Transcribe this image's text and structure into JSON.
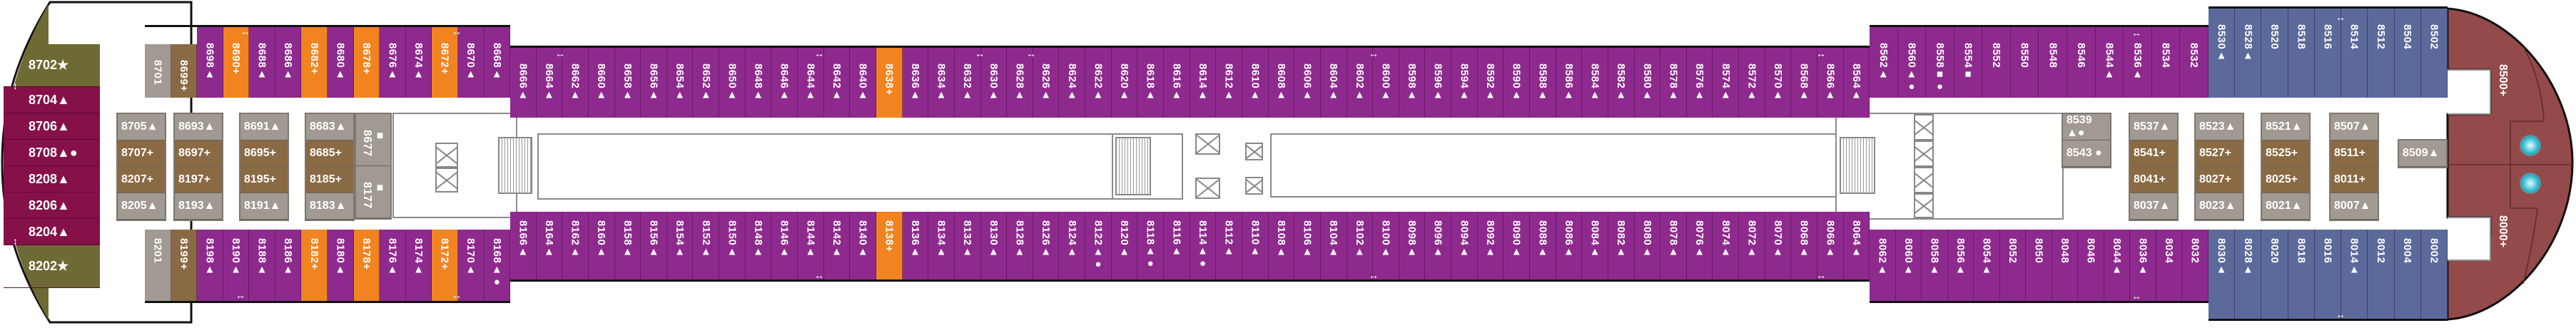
{
  "deck": {
    "stern": [
      {
        "n": "8702★",
        "c": "olive"
      },
      {
        "n": "8704▲",
        "c": "maroon"
      },
      {
        "n": "8706▲",
        "c": "maroon"
      },
      {
        "n": "8708▲●",
        "c": "maroon"
      },
      {
        "n": "8208▲",
        "c": "maroon"
      },
      {
        "n": "8206▲",
        "c": "maroon"
      },
      {
        "n": "8204▲",
        "c": "maroon"
      },
      {
        "n": "8202★",
        "c": "olive"
      }
    ],
    "top1": [
      {
        "n": "8701",
        "c": "gray",
        "s": 1
      },
      {
        "n": "8699+",
        "c": "brown",
        "s": 1
      },
      {
        "n": "8698▲",
        "c": "purple"
      },
      {
        "n": "8690+",
        "c": "orange"
      },
      {
        "n": "8688▲",
        "c": "purple"
      },
      {
        "n": "8686▲",
        "c": "purple"
      },
      {
        "n": "8682+",
        "c": "orange"
      },
      {
        "n": "8680▲",
        "c": "purple"
      },
      {
        "n": "8678+",
        "c": "orange"
      },
      {
        "n": "8676▲",
        "c": "purple"
      },
      {
        "n": "8674▲",
        "c": "purple"
      },
      {
        "n": "8672+",
        "c": "orange"
      },
      {
        "n": "8670▲",
        "c": "purple"
      },
      {
        "n": "8668▲",
        "c": "purple"
      }
    ],
    "top2": [
      {
        "n": "8666▲",
        "c": "purple"
      },
      {
        "n": "8664▲",
        "c": "purple"
      },
      {
        "n": "8662▲",
        "c": "purple"
      },
      {
        "n": "8660▲",
        "c": "purple"
      },
      {
        "n": "8658▲",
        "c": "purple"
      },
      {
        "n": "8656▲",
        "c": "purple"
      },
      {
        "n": "8654▲",
        "c": "purple"
      },
      {
        "n": "8652▲",
        "c": "purple"
      },
      {
        "n": "8650▲",
        "c": "purple"
      },
      {
        "n": "8648▲",
        "c": "purple"
      },
      {
        "n": "8646▲",
        "c": "purple"
      },
      {
        "n": "8644▲",
        "c": "purple"
      },
      {
        "n": "8642▲",
        "c": "purple"
      },
      {
        "n": "8640▲",
        "c": "purple"
      },
      {
        "n": "8638+",
        "c": "orange"
      },
      {
        "n": "8636▲",
        "c": "purple"
      },
      {
        "n": "8634▲",
        "c": "purple"
      },
      {
        "n": "8632▲",
        "c": "purple"
      },
      {
        "n": "8630▲",
        "c": "purple"
      },
      {
        "n": "8628▲",
        "c": "purple"
      },
      {
        "n": "8626▲",
        "c": "purple"
      },
      {
        "n": "8624▲",
        "c": "purple"
      },
      {
        "n": "8622▲",
        "c": "purple"
      },
      {
        "n": "8620▲",
        "c": "purple"
      },
      {
        "n": "8618▲",
        "c": "purple"
      },
      {
        "n": "8616▲",
        "c": "purple"
      },
      {
        "n": "8614▲",
        "c": "purple"
      },
      {
        "n": "8612▲",
        "c": "purple"
      },
      {
        "n": "8610▲",
        "c": "purple"
      },
      {
        "n": "8608▲",
        "c": "purple"
      },
      {
        "n": "8606▲",
        "c": "purple"
      },
      {
        "n": "8604▲",
        "c": "purple"
      },
      {
        "n": "8602▲",
        "c": "purple"
      },
      {
        "n": "8600▲",
        "c": "purple"
      },
      {
        "n": "8598▲",
        "c": "purple"
      },
      {
        "n": "8596▲",
        "c": "purple"
      },
      {
        "n": "8594▲",
        "c": "purple"
      },
      {
        "n": "8592▲",
        "c": "purple"
      },
      {
        "n": "8590▲",
        "c": "purple"
      },
      {
        "n": "8588▲",
        "c": "purple"
      },
      {
        "n": "8586▲",
        "c": "purple"
      },
      {
        "n": "8584▲",
        "c": "purple"
      },
      {
        "n": "8582▲",
        "c": "purple"
      },
      {
        "n": "8580▲",
        "c": "purple"
      },
      {
        "n": "8578▲",
        "c": "purple"
      },
      {
        "n": "8576▲",
        "c": "purple"
      },
      {
        "n": "8574▲",
        "c": "purple"
      },
      {
        "n": "8572▲",
        "c": "purple"
      },
      {
        "n": "8570▲",
        "c": "purple"
      },
      {
        "n": "8568▲",
        "c": "purple"
      },
      {
        "n": "8566▲",
        "c": "purple"
      },
      {
        "n": "8564▲",
        "c": "purple"
      }
    ],
    "top3": [
      {
        "n": "8562▲",
        "c": "purple"
      },
      {
        "n": "8560▲●",
        "c": "purple"
      },
      {
        "n": "8558■●",
        "c": "purple"
      },
      {
        "n": "8554■",
        "c": "purple"
      },
      {
        "n": "8552",
        "c": "purple"
      },
      {
        "n": "8550",
        "c": "purple"
      },
      {
        "n": "8548",
        "c": "purple"
      },
      {
        "n": "8546",
        "c": "purple"
      },
      {
        "n": "8544▲",
        "c": "purple"
      },
      {
        "n": "8536▲",
        "c": "purple"
      },
      {
        "n": "8534",
        "c": "purple"
      },
      {
        "n": "8532",
        "c": "purple"
      }
    ],
    "top_blue": [
      {
        "n": "8530▲",
        "c": "blue"
      },
      {
        "n": "8528▲",
        "c": "blue"
      },
      {
        "n": "8520",
        "c": "blue"
      },
      {
        "n": "8518",
        "c": "blue"
      },
      {
        "n": "8516",
        "c": "blue"
      },
      {
        "n": "8514",
        "c": "blue"
      },
      {
        "n": "8512",
        "c": "blue"
      },
      {
        "n": "8504",
        "c": "blue"
      },
      {
        "n": "8502",
        "c": "blue"
      }
    ],
    "bot1": [
      {
        "n": "8201",
        "c": "gray"
      },
      {
        "n": "8199+",
        "c": "brown"
      },
      {
        "n": "8198▲",
        "c": "purple"
      },
      {
        "n": "8190▲",
        "c": "purple"
      },
      {
        "n": "8188▲",
        "c": "purple"
      },
      {
        "n": "8186▲",
        "c": "purple"
      },
      {
        "n": "8182+",
        "c": "orange"
      },
      {
        "n": "8180▲",
        "c": "purple"
      },
      {
        "n": "8178+",
        "c": "orange"
      },
      {
        "n": "8176▲",
        "c": "purple"
      },
      {
        "n": "8174▲",
        "c": "purple"
      },
      {
        "n": "8172+",
        "c": "orange"
      },
      {
        "n": "8170▲",
        "c": "purple"
      },
      {
        "n": "8168▲●",
        "c": "purple"
      }
    ],
    "bot2": [
      {
        "n": "8166▲",
        "c": "purple"
      },
      {
        "n": "8164▲",
        "c": "purple"
      },
      {
        "n": "8162▲",
        "c": "purple"
      },
      {
        "n": "8160▲",
        "c": "purple"
      },
      {
        "n": "8158▲",
        "c": "purple"
      },
      {
        "n": "8156▲",
        "c": "purple"
      },
      {
        "n": "8154▲",
        "c": "purple"
      },
      {
        "n": "8152▲",
        "c": "purple"
      },
      {
        "n": "8150▲",
        "c": "purple"
      },
      {
        "n": "8148▲",
        "c": "purple"
      },
      {
        "n": "8146▲",
        "c": "purple"
      },
      {
        "n": "8144▲",
        "c": "purple"
      },
      {
        "n": "8142▲",
        "c": "purple"
      },
      {
        "n": "8140▲",
        "c": "purple"
      },
      {
        "n": "8138+",
        "c": "orange"
      },
      {
        "n": "8136▲",
        "c": "purple"
      },
      {
        "n": "8134▲",
        "c": "purple"
      },
      {
        "n": "8132▲",
        "c": "purple"
      },
      {
        "n": "8130▲",
        "c": "purple"
      },
      {
        "n": "8128▲",
        "c": "purple"
      },
      {
        "n": "8126▲",
        "c": "purple"
      },
      {
        "n": "8124▲",
        "c": "purple"
      },
      {
        "n": "8122▲●",
        "c": "purple"
      },
      {
        "n": "8120▲",
        "c": "purple"
      },
      {
        "n": "8118▲●",
        "c": "purple"
      },
      {
        "n": "8116▲",
        "c": "purple"
      },
      {
        "n": "8114▲●",
        "c": "purple"
      },
      {
        "n": "8112▲",
        "c": "purple"
      },
      {
        "n": "8110▲",
        "c": "purple"
      },
      {
        "n": "8108▲",
        "c": "purple"
      },
      {
        "n": "8106▲",
        "c": "purple"
      },
      {
        "n": "8104▲",
        "c": "purple"
      },
      {
        "n": "8102▲",
        "c": "purple"
      },
      {
        "n": "8100▲",
        "c": "purple"
      },
      {
        "n": "8098▲",
        "c": "purple"
      },
      {
        "n": "8096▲",
        "c": "purple"
      },
      {
        "n": "8094▲",
        "c": "purple"
      },
      {
        "n": "8092▲",
        "c": "purple"
      },
      {
        "n": "8090▲",
        "c": "purple"
      },
      {
        "n": "8088▲",
        "c": "purple"
      },
      {
        "n": "8086▲",
        "c": "purple"
      },
      {
        "n": "8084▲",
        "c": "purple"
      },
      {
        "n": "8082▲",
        "c": "purple"
      },
      {
        "n": "8080▲",
        "c": "purple"
      },
      {
        "n": "8078▲",
        "c": "purple"
      },
      {
        "n": "8076▲",
        "c": "purple"
      },
      {
        "n": "8074▲",
        "c": "purple"
      },
      {
        "n": "8072▲",
        "c": "purple"
      },
      {
        "n": "8070▲",
        "c": "purple"
      },
      {
        "n": "8068▲",
        "c": "purple"
      },
      {
        "n": "8066▲",
        "c": "purple"
      },
      {
        "n": "8064▲",
        "c": "purple"
      }
    ],
    "bot3": [
      {
        "n": "8062▲",
        "c": "purple"
      },
      {
        "n": "8060▲",
        "c": "purple"
      },
      {
        "n": "8058▲",
        "c": "purple"
      },
      {
        "n": "8056▲",
        "c": "purple"
      },
      {
        "n": "8054▲",
        "c": "purple"
      },
      {
        "n": "8052",
        "c": "purple"
      },
      {
        "n": "8050",
        "c": "purple"
      },
      {
        "n": "8048",
        "c": "purple"
      },
      {
        "n": "8046",
        "c": "purple"
      },
      {
        "n": "8044▲",
        "c": "purple"
      },
      {
        "n": "8036▲",
        "c": "purple"
      },
      {
        "n": "8034",
        "c": "purple"
      },
      {
        "n": "8032",
        "c": "purple"
      }
    ],
    "bot_blue": [
      {
        "n": "8030▲",
        "c": "blue"
      },
      {
        "n": "8028▲",
        "c": "blue"
      },
      {
        "n": "8020",
        "c": "blue"
      },
      {
        "n": "8018",
        "c": "blue"
      },
      {
        "n": "8016",
        "c": "blue"
      },
      {
        "n": "8014▲",
        "c": "blue"
      },
      {
        "n": "8012",
        "c": "blue"
      },
      {
        "n": "8004",
        "c": "blue"
      },
      {
        "n": "8002",
        "c": "blue"
      }
    ],
    "stacks": {
      "s1": [
        {
          "n": "8705▲",
          "c": "gray"
        },
        {
          "n": "8707+",
          "c": "brown"
        },
        {
          "n": "8207+",
          "c": "brown"
        },
        {
          "n": "8205▲",
          "c": "gray"
        }
      ],
      "s2": [
        {
          "n": "8693▲",
          "c": "gray"
        },
        {
          "n": "8697+",
          "c": "brown"
        },
        {
          "n": "8197+",
          "c": "brown"
        },
        {
          "n": "8193▲",
          "c": "gray"
        }
      ],
      "s3": [
        {
          "n": "8691▲",
          "c": "gray"
        },
        {
          "n": "8695+",
          "c": "brown"
        },
        {
          "n": "8195+",
          "c": "brown"
        },
        {
          "n": "8191▲",
          "c": "gray"
        }
      ],
      "s4": [
        {
          "n": "8683▲",
          "c": "gray"
        },
        {
          "n": "8685+",
          "c": "brown"
        },
        {
          "n": "8185+",
          "c": "brown"
        },
        {
          "n": "8183▲",
          "c": "gray"
        }
      ],
      "s5": [
        {
          "n": "■ 8677",
          "c": "gray"
        },
        {
          "n": "■ 8177",
          "c": "gray"
        }
      ],
      "s6": [
        {
          "n": "8539 ▲●",
          "c": "gray"
        },
        {
          "n": "8543 ●",
          "c": "gray"
        }
      ],
      "s7": [
        {
          "n": "8537▲",
          "c": "gray"
        },
        {
          "n": "8541+",
          "c": "brown"
        },
        {
          "n": "8041+",
          "c": "brown"
        },
        {
          "n": "8037▲",
          "c": "gray"
        }
      ],
      "s8": [
        {
          "n": "8523▲",
          "c": "gray"
        },
        {
          "n": "8527+",
          "c": "brown"
        },
        {
          "n": "8027+",
          "c": "brown"
        },
        {
          "n": "8023▲",
          "c": "gray"
        }
      ],
      "s9": [
        {
          "n": "8521▲",
          "c": "gray"
        },
        {
          "n": "8525+",
          "c": "brown"
        },
        {
          "n": "8025+",
          "c": "brown"
        },
        {
          "n": "8021▲",
          "c": "gray"
        }
      ],
      "s10": [
        {
          "n": "8507▲",
          "c": "gray"
        },
        {
          "n": "8511+",
          "c": "brown"
        },
        {
          "n": "8011+",
          "c": "brown"
        },
        {
          "n": "8007▲",
          "c": "gray"
        }
      ],
      "s11": [
        {
          "n": "8509▲",
          "c": "gray"
        }
      ]
    },
    "bow": {
      "upper": "8500+",
      "lower": "8000+"
    },
    "connecting_arrow": "↔"
  },
  "colors": {
    "purple": "#8e2a8e",
    "orange": "#f18421",
    "brown": "#8a6a44",
    "gray": "#a09a92",
    "olive": "#6e6a33",
    "maroon": "#861048",
    "blue": "#5b6a9a",
    "bow": "#944a4a"
  }
}
